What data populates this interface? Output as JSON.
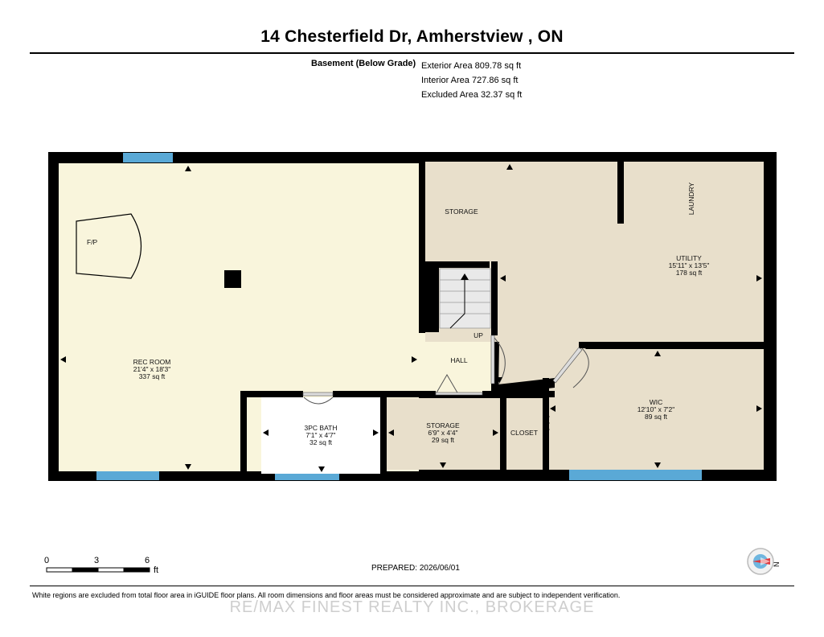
{
  "header": {
    "title": "14 Chesterfield Dr, Amherstview , ON",
    "level_label": "Basement (Below Grade)",
    "areas": [
      "Exterior Area 809.78 sq ft",
      "Interior Area 727.86 sq ft",
      "Excluded Area 32.37 sq ft"
    ]
  },
  "rooms": {
    "rec_room": {
      "name": "REC ROOM",
      "dims": "21'4\" x 18'3\"",
      "area": "337 sq ft"
    },
    "fp": {
      "name": "F/P"
    },
    "storage_top": {
      "name": "STORAGE"
    },
    "laundry": {
      "name": "LAUNDRY"
    },
    "utility": {
      "name": "UTILITY",
      "dims": "15'11\" x 13'5\"",
      "area": "178 sq ft"
    },
    "up": {
      "name": "UP"
    },
    "hall": {
      "name": "HALL"
    },
    "bath": {
      "name": "3PC BATH",
      "dims": "7'1\" x 4'7\"",
      "area": "32 sq ft"
    },
    "storage_small": {
      "name": "STORAGE",
      "dims": "6'9\" x 4'4\"",
      "area": "29 sq ft"
    },
    "closet": {
      "name": "CLOSET"
    },
    "wic": {
      "name": "WIC",
      "dims": "12'10\" x 7'2\"",
      "area": "89 sq ft"
    }
  },
  "scale": {
    "labels": [
      "0",
      "3",
      "6"
    ],
    "unit": "ft"
  },
  "prepared": "PREPARED: 2026/06/01",
  "footer": {
    "disclaimer": "White regions are excluded from total floor area in iGUIDE floor plans. All room dimensions and floor areas must be considered approximate and are subject to independent verification.",
    "watermark": "RE/MAX FINEST REALTY INC., BROKERAGE"
  },
  "compass": {
    "label": "N"
  },
  "colors": {
    "rec_room": "#f9f5dc",
    "storage": "#e8dfcb",
    "wall": "#000000",
    "window": "#5aa9d6",
    "excluded": "#ffffff"
  }
}
